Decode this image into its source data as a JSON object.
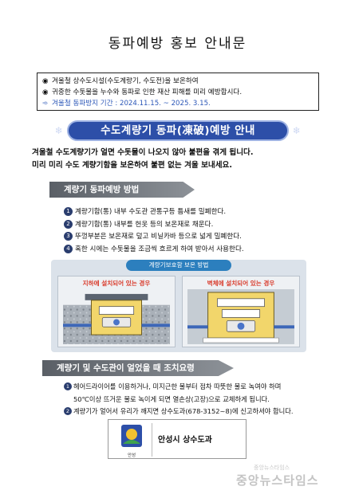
{
  "title": "동파예방 홍보 안내문",
  "notice": {
    "line1": "겨울철 상수도시설(수도계량기, 수도전)을 보온하여",
    "line2": "귀중한 수돗물을 누수와 동파로 인한 재산 피해를 미리 예방합시다.",
    "period": "겨울철 동파방지 기간 : 2024.11.15. ~ 2025. 3.15."
  },
  "banner": "수도계량기 동파(凍破)예방 안내",
  "intro": {
    "line1": "겨울철 수도계량기가 얼면 수돗물이 나오지 않아 불편을 겪게 됩니다.",
    "line2": "미리 미리 수도 계량기함을 보온하여 불편 없는 겨울 보내세요."
  },
  "section1": {
    "heading": "계량기 동파예방 방법",
    "steps": [
      {
        "num": "1",
        "text": "계량기함(통) 내부 수도관 관통구등 틈새를 밀폐한다."
      },
      {
        "num": "2",
        "text": "계량기함(통) 내부를 헌옷 등의 보온재로 채운다."
      },
      {
        "num": "3",
        "text": "뚜껑부분은 보온재로 덮고 비닐카바 등으로 넓게 밀폐한다."
      },
      {
        "num": "4",
        "text": "혹한 시에는 수돗물을 조금씩 흐르게 하여 받아서 사용한다."
      }
    ]
  },
  "diagram": {
    "title": "계량기보호함 보온 방법",
    "left_label": "지하에 설치되어 있는 경우",
    "right_label": "벽체에 설치되어 있는 경우"
  },
  "section2": {
    "heading": "계량기 및 수도관이 얼었을 때 조치요령",
    "tip1_line1": "헤어드라이어를 이용하거나, 미지근한 물부터 점차 따뜻한 물로 녹여야 하며",
    "tip1_line2": "50℃이상 뜨거운 물로 녹이게 되면 열손상(고장)으로 교체하게 됩니다.",
    "tip2": "계량기가 얼어서 유리가 깨지면 상수도과(678-3152~8)에 신고하셔야 합니다."
  },
  "signature": {
    "logo_text": "안성",
    "department": "안성시 상수도과"
  },
  "watermark": {
    "top": "중앙뉴스타임스",
    "main": "중앙뉴스타임스"
  },
  "colors": {
    "banner_bg": "#2d4fa8",
    "period_text": "#2d58b8",
    "section_head": "#6b7077",
    "diagram_label": "#d93a2a"
  }
}
